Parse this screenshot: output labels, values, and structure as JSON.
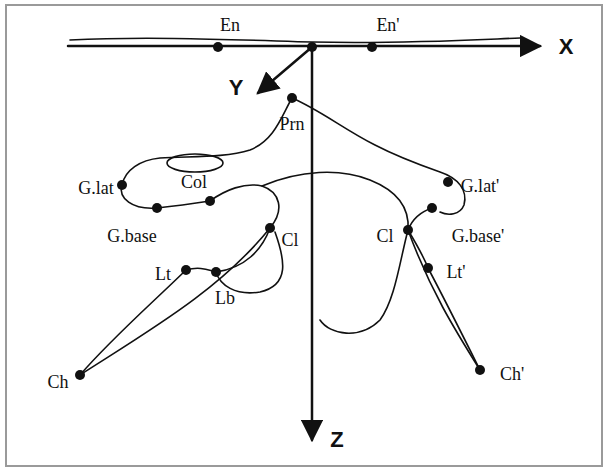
{
  "diagram": {
    "labels": [
      "En",
      "En'",
      "X",
      "Y",
      "Prn",
      "G.lat",
      "Col",
      "G.lat'",
      "G.base",
      "Cl",
      "Cl",
      "G.base'",
      "Lt",
      "Lt'",
      "Lb",
      "Ch",
      "Ch'",
      "Z"
    ]
  }
}
